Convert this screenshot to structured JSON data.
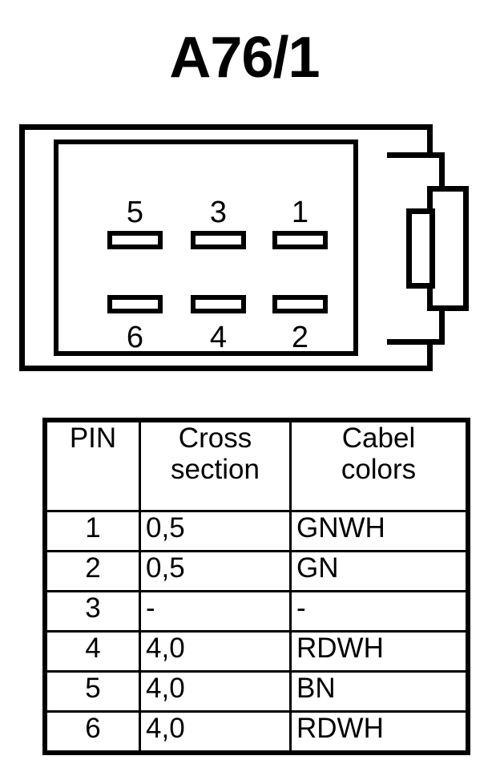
{
  "title": "A76/1",
  "connector": {
    "pins_top_row": [
      "5",
      "3",
      "1"
    ],
    "pins_bottom_row": [
      "6",
      "4",
      "2"
    ]
  },
  "table": {
    "headers": {
      "pin": "PIN",
      "cross_section_line1": "Cross",
      "cross_section_line2": "section",
      "cable_colors_line1": "Cabel",
      "cable_colors_line2": "colors"
    },
    "rows": [
      {
        "pin": "1",
        "cross_section": "0,5",
        "cable_color": "GNWH"
      },
      {
        "pin": "2",
        "cross_section": "0,5",
        "cable_color": "GN"
      },
      {
        "pin": "3",
        "cross_section": "-",
        "cable_color": "-"
      },
      {
        "pin": "4",
        "cross_section": "4,0",
        "cable_color": "RDWH"
      },
      {
        "pin": "5",
        "cross_section": "4,0",
        "cable_color": "BN"
      },
      {
        "pin": "6",
        "cross_section": "4,0",
        "cable_color": "RDWH"
      }
    ]
  },
  "colors": {
    "ink": "#000000",
    "paper": "#ffffff"
  }
}
